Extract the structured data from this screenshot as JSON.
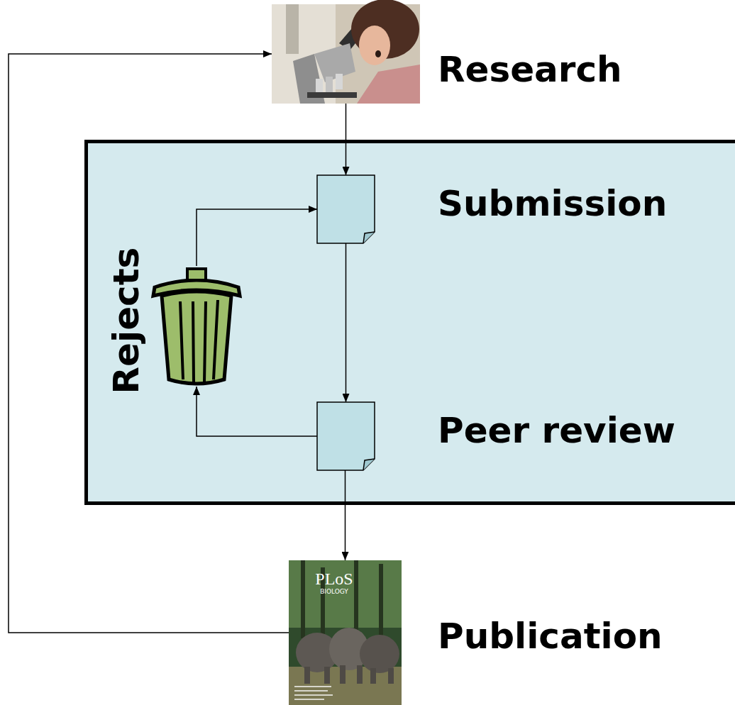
{
  "diagram": {
    "nodes": [
      {
        "text": [
          "Research"
        ]
      },
      {
        "text": [
          "Submission"
        ]
      },
      {
        "text": [
          "Peer review"
        ]
      },
      {
        "text": [
          "Rejects"
        ]
      },
      {
        "text": [
          "Publication"
        ]
      }
    ],
    "edges": [
      {
        "from": 0,
        "to": 1,
        "arrow": "to"
      },
      {
        "from": 1,
        "to": 2,
        "arrow": "to"
      },
      {
        "from": 2,
        "to": 3,
        "arrow": "to"
      },
      {
        "from": 3,
        "to": 1,
        "arrow": "to"
      },
      {
        "from": 2,
        "to": 4,
        "arrow": "to"
      },
      {
        "from": 4,
        "to": 0,
        "arrow": "to"
      }
    ],
    "labels": [
      "PLoS",
      "BIOLOGY"
    ]
  }
}
